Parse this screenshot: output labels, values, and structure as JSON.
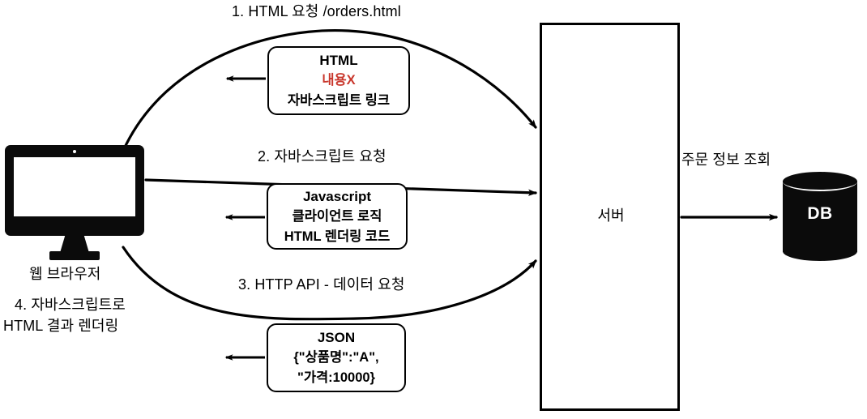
{
  "diagram": {
    "title": "Web browser to server request flow",
    "accent_color": "#c9372c",
    "ink_color": "#000000",
    "flows": [
      {
        "id": "flow1",
        "label": "1. HTML 요청 /orders.html"
      },
      {
        "id": "flow2",
        "label": "2. 자바스크립트 요청"
      },
      {
        "id": "flow3",
        "label": "3. HTTP API -  데이터 요청"
      }
    ],
    "browser": {
      "label": "웹 브라우저",
      "note_line1": "4. 자바스크립트로",
      "note_line2": "HTML 결과 렌더링",
      "icon": "desktop-monitor-icon"
    },
    "server": {
      "label": "서버"
    },
    "database": {
      "label": "DB",
      "query_label": "주문 정보 조회",
      "icon": "database-cylinder-icon"
    },
    "payloads": [
      {
        "id": "html-box",
        "lines": [
          {
            "text": "HTML",
            "accent": false,
            "title": true
          },
          {
            "text": "내용X",
            "accent": true,
            "title": false
          },
          {
            "text": "자바스크립트 링크",
            "accent": false,
            "title": false
          }
        ]
      },
      {
        "id": "js-box",
        "lines": [
          {
            "text": "Javascript",
            "accent": false,
            "title": true
          },
          {
            "text": "클라이언트 로직",
            "accent": false,
            "title": false
          },
          {
            "text": "HTML 렌더링 코드",
            "accent": false,
            "title": false
          }
        ]
      },
      {
        "id": "json-box",
        "lines": [
          {
            "text": "JSON",
            "accent": false,
            "title": true
          },
          {
            "text": "{\"상품명\":\"A\",",
            "accent": false,
            "title": false
          },
          {
            "text": "\"가격:10000}",
            "accent": false,
            "title": false
          }
        ]
      }
    ]
  },
  "html_box": {
    "line1": "HTML",
    "line2": "내용X",
    "line3": "자바스크립트 링크"
  },
  "js_box": {
    "line1": "Javascript",
    "line2": "클라이언트 로직",
    "line3": "HTML 렌더링 코드"
  },
  "json_box": {
    "line1": "JSON",
    "line2": "{\"상품명\":\"A\",",
    "line3": "\"가격:10000}"
  }
}
